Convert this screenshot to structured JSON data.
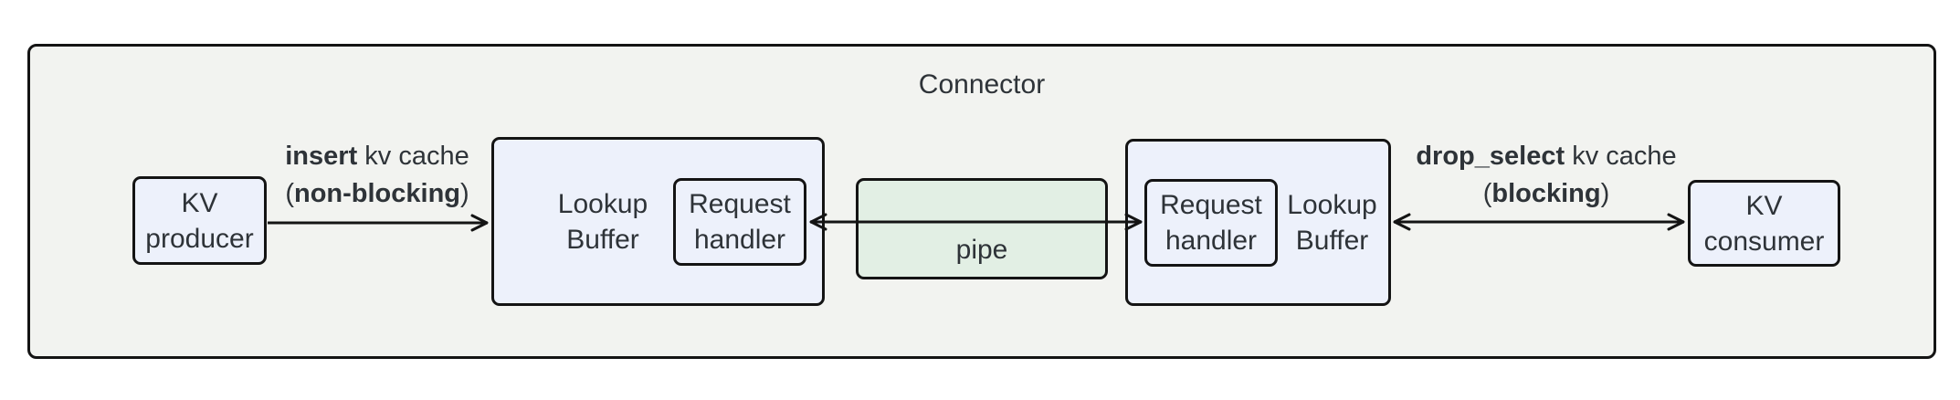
{
  "title": "Connector",
  "nodes": {
    "kv_producer": {
      "line1": "KV",
      "line2": "producer"
    },
    "lookup_buffer_left": {
      "line1": "Lookup",
      "line2": "Buffer"
    },
    "request_handler_left": {
      "line1": "Request",
      "line2": "handler"
    },
    "pipe": {
      "label": "pipe"
    },
    "request_handler_right": {
      "line1": "Request",
      "line2": "handler"
    },
    "lookup_buffer_right": {
      "line1": "Lookup",
      "line2": "Buffer"
    },
    "kv_consumer": {
      "line1": "KV",
      "line2": "consumer"
    }
  },
  "edges": {
    "insert": {
      "verb": "insert",
      "rest": " kv cache",
      "paren_open": "(",
      "mode": "non-blocking",
      "paren_close": ")",
      "direction": "right"
    },
    "pipe_link": {
      "direction": "both"
    },
    "drop_select": {
      "verb": "drop_select",
      "rest": " kv cache",
      "paren_open": "(",
      "mode": "blocking",
      "paren_close": ")",
      "direction": "both"
    }
  },
  "colors": {
    "canvas": "#ffffff",
    "container_fill": "#f2f3f0",
    "node_fill": "#edf1fb",
    "pipe_fill": "#e2efe4",
    "border": "#141414",
    "text": "#2e3338"
  }
}
